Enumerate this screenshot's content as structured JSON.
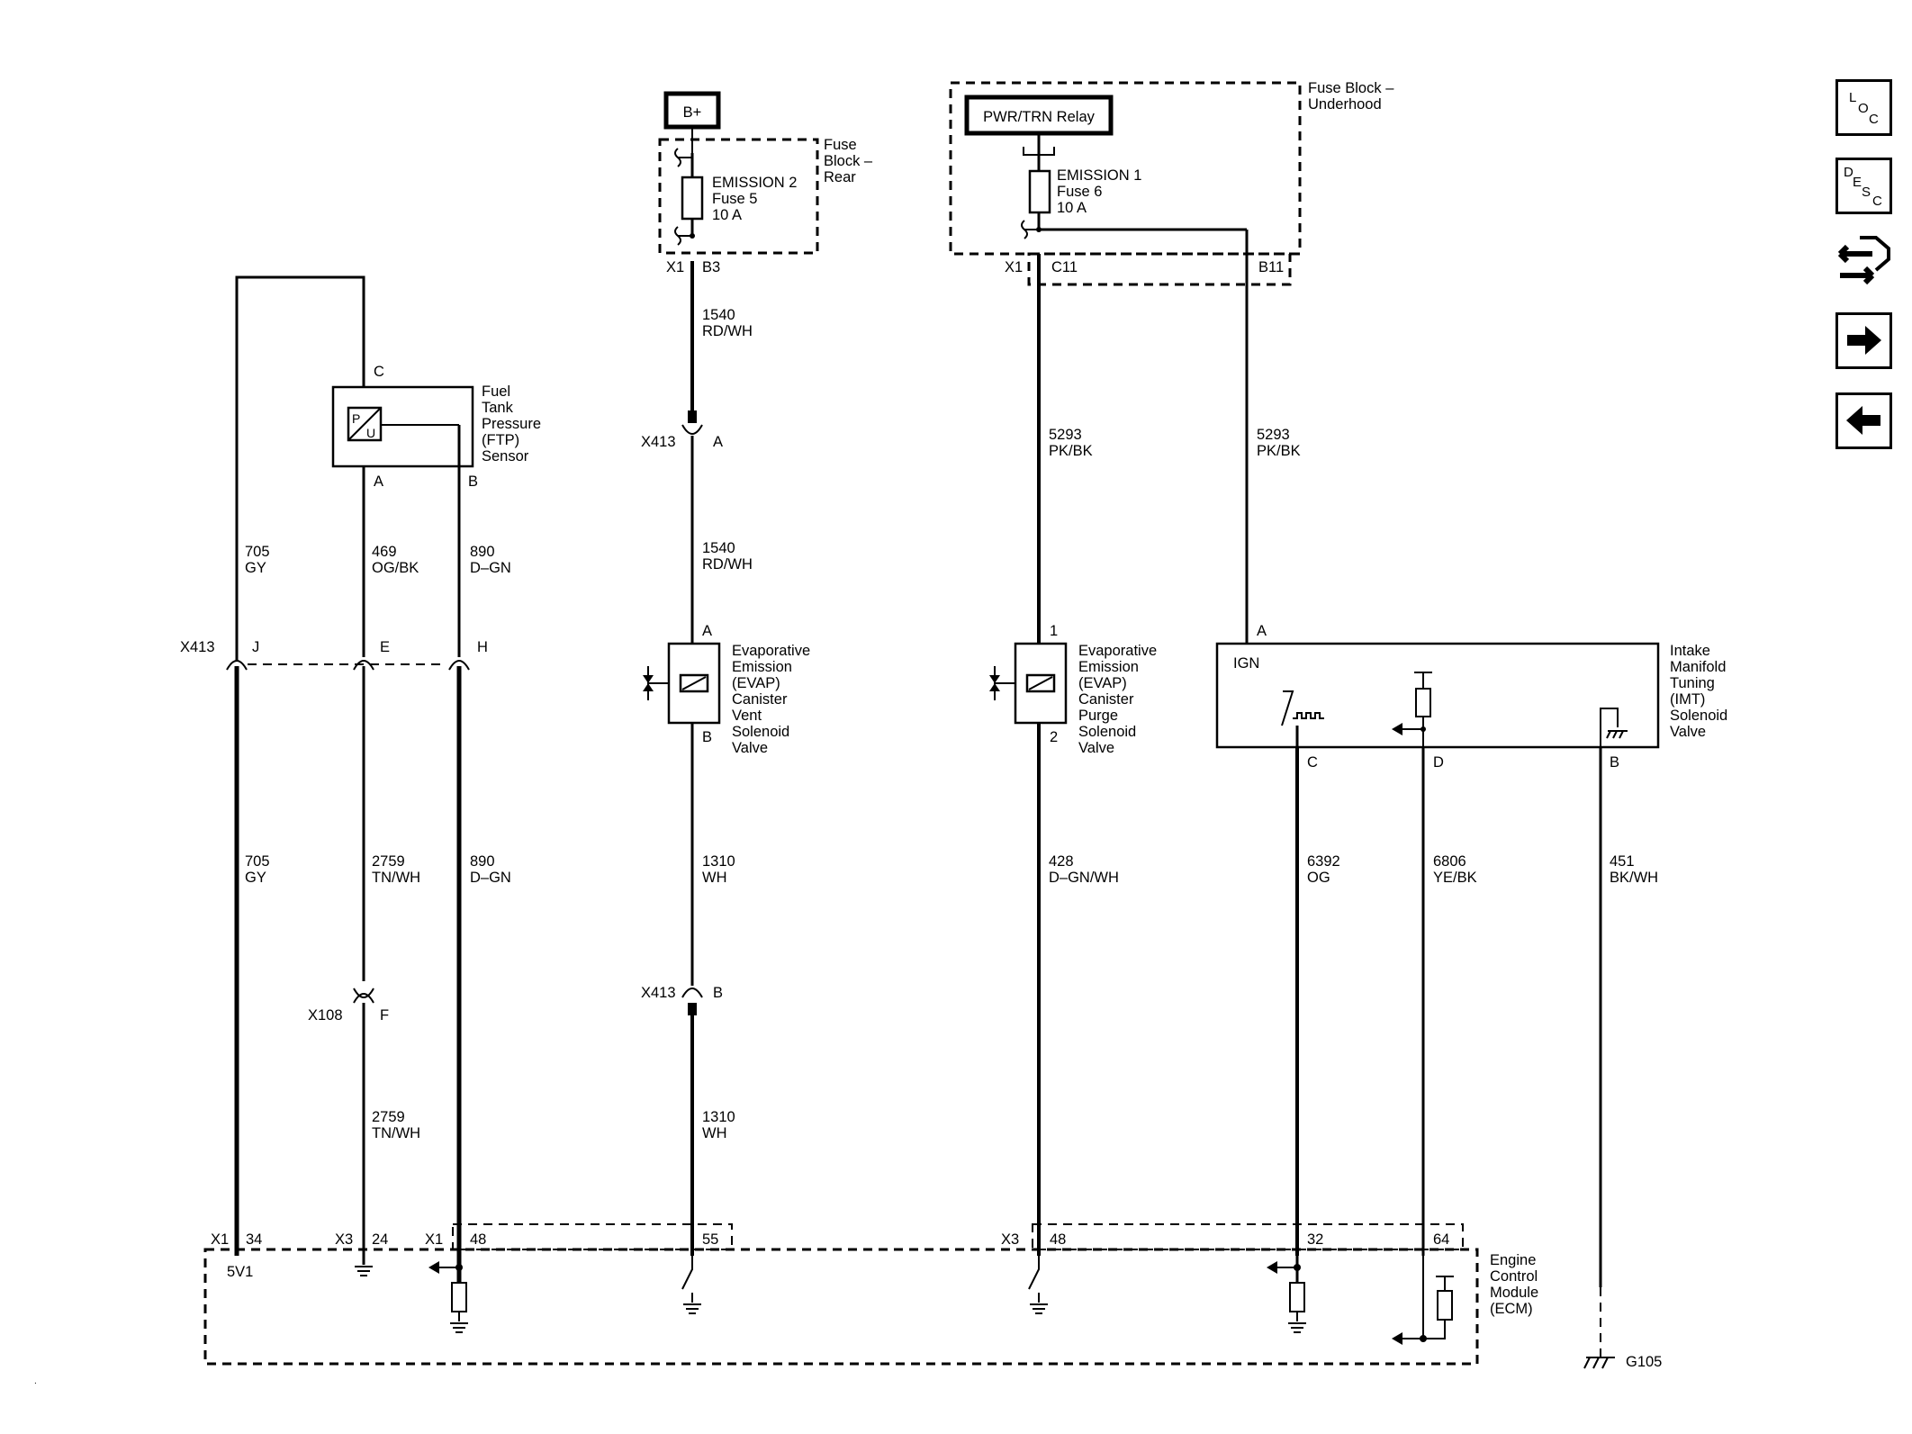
{
  "diagram": {
    "power": {
      "b_plus": "B+",
      "relay": "PWR/TRN Relay",
      "fuse_block_rear": [
        "Fuse",
        "Block –",
        "Rear"
      ],
      "fuse_block_underhood": [
        "Fuse Block –",
        "Underhood"
      ],
      "fuse5": [
        "EMISSION 2",
        "Fuse 5",
        "10 A"
      ],
      "fuse6": [
        "EMISSION 1",
        "Fuse 6",
        "10 A"
      ]
    },
    "connectors": {
      "x1": "X1",
      "x3": "X3",
      "x413": "X413",
      "x108": "X108",
      "b3": "B3",
      "c11": "C11",
      "b11": "B11",
      "pin_a": "A",
      "pin_b": "B",
      "pin_c": "C",
      "pin_d": "D",
      "pin_e": "E",
      "pin_f": "F",
      "pin_h": "H",
      "pin_j": "J",
      "pin_1": "1",
      "pin_2": "2",
      "ecm_34": "34",
      "ecm_24": "24",
      "ecm_48a": "48",
      "ecm_55": "55",
      "ecm_48b": "48",
      "ecm_32": "32",
      "ecm_64": "64",
      "ign": "IGN",
      "5v1": "5V1",
      "g105": "G105"
    },
    "components": {
      "ftp_sensor": [
        "Fuel",
        "Tank",
        "Pressure",
        "(FTP)",
        "Sensor"
      ],
      "ftp_p": "P",
      "ftp_u": "U",
      "evap_vent": [
        "Evaporative",
        "Emission",
        "(EVAP)",
        "Canister",
        "Vent",
        "Solenoid",
        "Valve"
      ],
      "evap_purge": [
        "Evaporative",
        "Emission",
        "(EVAP)",
        "Canister",
        "Purge",
        "Solenoid",
        "Valve"
      ],
      "imt": [
        "Intake",
        "Manifold",
        "Tuning",
        "(IMT)",
        "Solenoid",
        "Valve"
      ],
      "ecm": [
        "Engine",
        "Control",
        "Module",
        "(ECM)"
      ]
    },
    "wires": {
      "w1540": [
        "1540",
        "RD/WH"
      ],
      "w5293": [
        "5293",
        "PK/BK"
      ],
      "w705": [
        "705",
        "GY"
      ],
      "w469": [
        "469",
        "OG/BK"
      ],
      "w890": [
        "890",
        "D–GN"
      ],
      "w2759": [
        "2759",
        "TN/WH"
      ],
      "w1310": [
        "1310",
        "WH"
      ],
      "w428": [
        "428",
        "D–GN/WH"
      ],
      "w6392": [
        "6392",
        "OG"
      ],
      "w6806": [
        "6806",
        "YE/BK"
      ],
      "w451": [
        "451",
        "BK/WH"
      ]
    }
  },
  "nav": {
    "loc": {
      "l": "L",
      "o": "O",
      "c": "C"
    },
    "desc": {
      "d": "D",
      "e": "E",
      "s": "S",
      "c": "C"
    }
  }
}
